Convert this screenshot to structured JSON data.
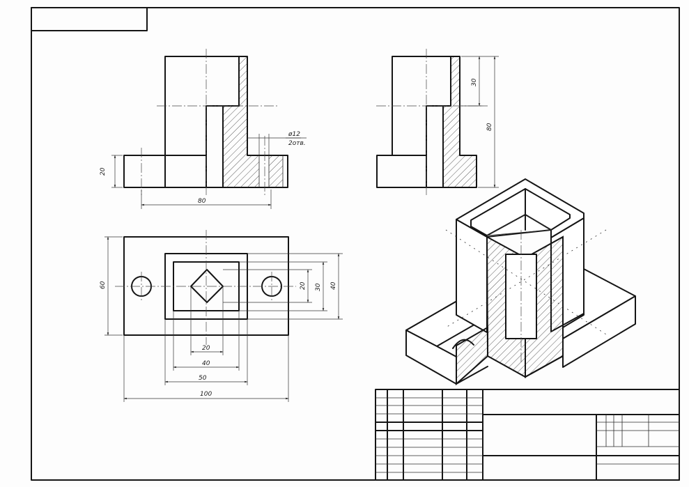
{
  "drawing": {
    "front_view": {
      "hole_callout_diameter": "ø12",
      "hole_callout_count": "2отв.",
      "dim_height_base": "20",
      "dim_length": "80"
    },
    "side_view": {
      "dim_upper": "30",
      "dim_total_height": "80"
    },
    "top_view": {
      "dim_width": "60",
      "dim_inner_20": "20",
      "dim_inner_30": "30",
      "dim_outer_40": "40",
      "dim_bottom_20": "20",
      "dim_bottom_40": "40",
      "dim_bottom_50": "50",
      "dim_bottom_100": "100"
    }
  },
  "colors": {
    "line": "#151515",
    "paper": "#fdfdfd"
  }
}
